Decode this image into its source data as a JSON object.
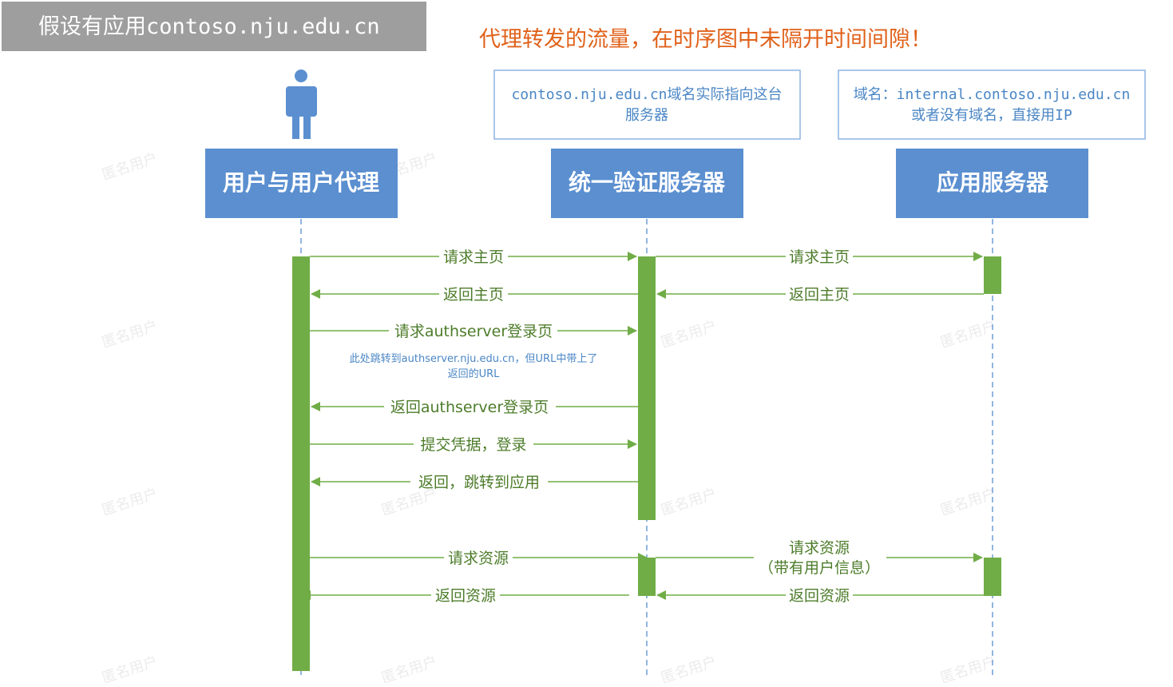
{
  "banner": {
    "title": "假设有应用contoso.nju.edu.cn"
  },
  "warning": {
    "text": "代理转发的流量，在时序图中未隔开时间间隙！"
  },
  "notes": {
    "auth_server": {
      "line1": "contoso.nju.edu.cn域名实际指向这台",
      "line2": "服务器"
    },
    "app_server": {
      "line1": "域名：internal.contoso.nju.edu.cn",
      "line2": "或者没有域名，直接用IP"
    }
  },
  "actors": {
    "user": "用户与用户代理",
    "auth": "统一验证服务器",
    "app": "应用服务器"
  },
  "messages": {
    "req_home_1": "请求主页",
    "req_home_2": "请求主页",
    "ret_home_2": "返回主页",
    "ret_home_1": "返回主页",
    "req_login": "请求authserver登录页",
    "redirect_note_1": "此处跳转到authserver.nju.edu.cn，但URL中带上了",
    "redirect_note_2": "返回的URL",
    "ret_login": "返回authserver登录页",
    "submit": "提交凭据，登录",
    "ret_jump": "返回，跳转到应用",
    "req_res_1": "请求资源",
    "req_res_2_line1": "请求资源",
    "req_res_2_line2": "（带有用户信息）",
    "ret_res_2": "返回资源",
    "ret_res_1": "返回资源"
  },
  "watermark": "匿名用户",
  "colors": {
    "banner_bg": "#9e9e9e",
    "actor_box": "#5b8fd0",
    "activation": "#70ad47",
    "arrow": "#70ad47",
    "message_text": "#4d7c2a",
    "note_border": "#8eb4e3",
    "note_text": "#4a86c5",
    "warning": "#e0621b",
    "lifeline": "#6e9ed6"
  }
}
